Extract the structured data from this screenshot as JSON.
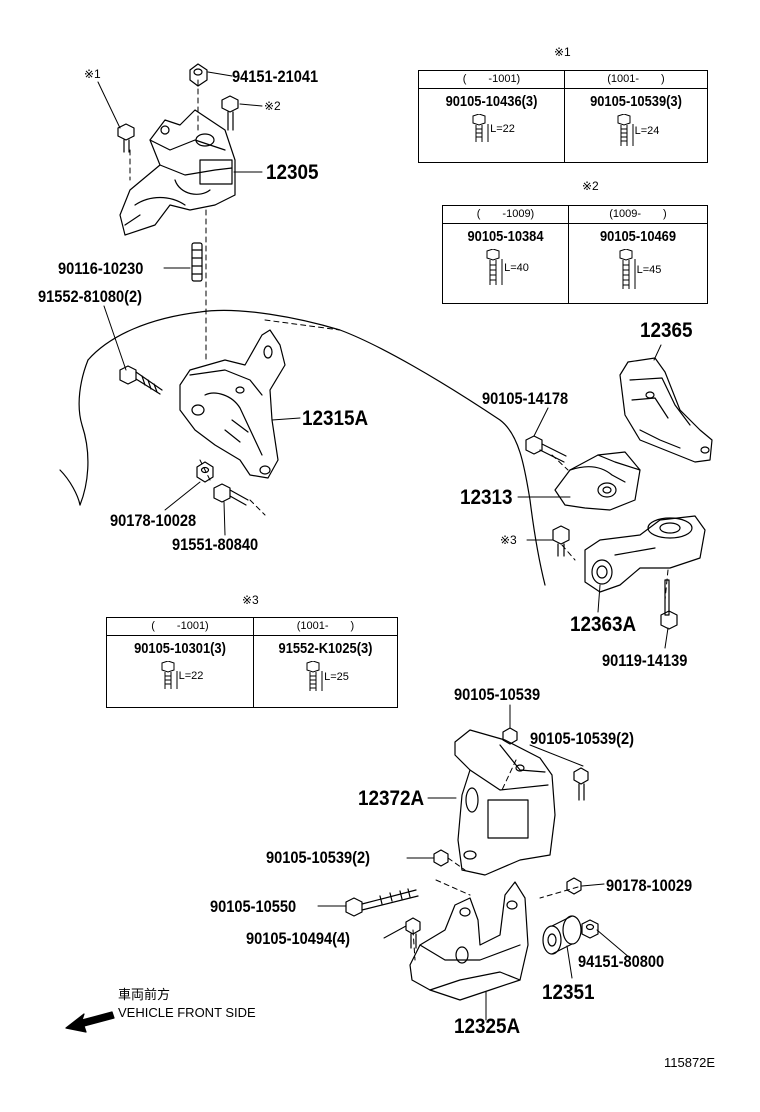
{
  "labels": {
    "p94151_21041": "94151-21041",
    "p12305": "12305",
    "p90116_10230": "90116-10230",
    "p91552_81080": "91552-81080(2)",
    "p12315A": "12315A",
    "p90178_10028": "90178-10028",
    "p91551_80840": "91551-80840",
    "p12365": "12365",
    "p90105_14178": "90105-14178",
    "p12313": "12313",
    "p12363A": "12363A",
    "p90119_14139": "90119-14139",
    "p90105_10539_top": "90105-10539",
    "p90105_10539_2a": "90105-10539(2)",
    "p12372A": "12372A",
    "p90105_10539_2b": "90105-10539(2)",
    "p90178_10029": "90178-10029",
    "p90105_10550": "90105-10550",
    "p90105_10494": "90105-10494(4)",
    "p94151_80800": "94151-80800",
    "p12351": "12351",
    "p12325A": "12325A"
  },
  "marks": {
    "m1_left": "※1",
    "m2_left": "※2",
    "m3_left": "※3",
    "m1_table": "※1",
    "m2_table": "※2",
    "m3_table": "※3"
  },
  "table1": {
    "h1": "(　　-1001)",
    "h2": "(1001-　　)",
    "c1": "90105-10436(3)",
    "c2": "90105-10539(3)",
    "l1": "L=22",
    "l2": "L=24"
  },
  "table2": {
    "h1": "(　　-1009)",
    "h2": "(1009-　　)",
    "c1": "90105-10384",
    "c2": "90105-10469",
    "l1": "L=40",
    "l2": "L=45"
  },
  "table3": {
    "h1": "(　　-1001)",
    "h2": "(1001-　　)",
    "c1": "90105-10301(3)",
    "c2": "91552-K1025(3)",
    "l1": "L=22",
    "l2": "L=25"
  },
  "front": {
    "jp": "車両前方",
    "en": "VEHICLE FRONT SIDE"
  },
  "code": "115872E"
}
